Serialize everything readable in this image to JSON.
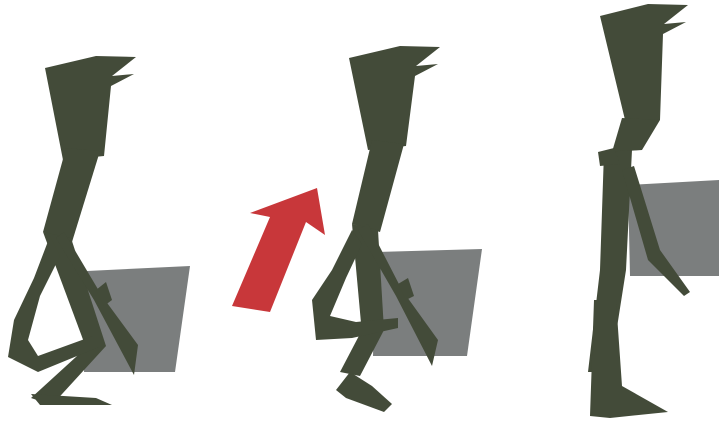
{
  "illustration": {
    "subject": "",
    "stages": [
      "stage-crouch",
      "stage-rising",
      "stage-standing"
    ]
  },
  "colors": {
    "figure": "#434B39",
    "box": "#7B7E7E",
    "arrow": "#C8373A",
    "background": "#FFFFFF"
  },
  "icons": {
    "arrow": "up-right-arrow-icon"
  }
}
